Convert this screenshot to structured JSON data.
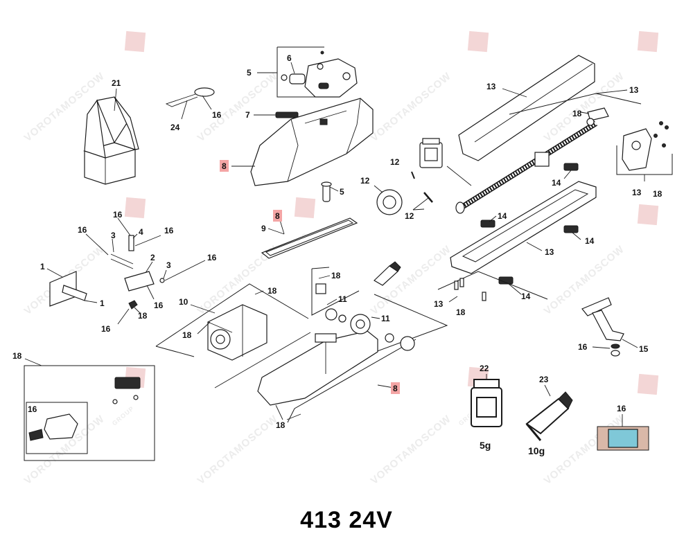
{
  "title": "413 24V",
  "watermark": "VOROTAMOSCOW",
  "watermark_sub": "GROUP",
  "highlight_color": "#f4a5a5",
  "callouts": {
    "c1a": "1",
    "c1b": "1",
    "c2": "2",
    "c3a": "3",
    "c3b": "3",
    "c4": "4",
    "c5a": "5",
    "c5b": "5",
    "c6": "6",
    "c7": "7",
    "c8a": "8",
    "c8b": "8",
    "c8c": "8",
    "c9": "9",
    "c10": "10",
    "c11a": "11",
    "c11b": "11",
    "c12a": "12",
    "c12b": "12",
    "c12c": "12",
    "c13a": "13",
    "c13b": "13",
    "c13c": "13",
    "c13d": "13",
    "c13e": "13",
    "c14a": "14",
    "c14b": "14",
    "c14c": "14",
    "c14d": "14",
    "c15": "15",
    "c16a": "16",
    "c16b": "16",
    "c16c": "16",
    "c16d": "16",
    "c16e": "16",
    "c16f": "16",
    "c16g": "16",
    "c16h": "16",
    "c16i": "16",
    "c16j": "16",
    "c18a": "18",
    "c18b": "18",
    "c18c": "18",
    "c18d": "18",
    "c18e": "18",
    "c18f": "18",
    "c18g": "18",
    "c18h": "18",
    "c18i": "18",
    "c21": "21",
    "c22": "22",
    "c23": "23",
    "c24": "24"
  },
  "grease_jar_caption": "5g",
  "grease_tube_caption": "10g"
}
